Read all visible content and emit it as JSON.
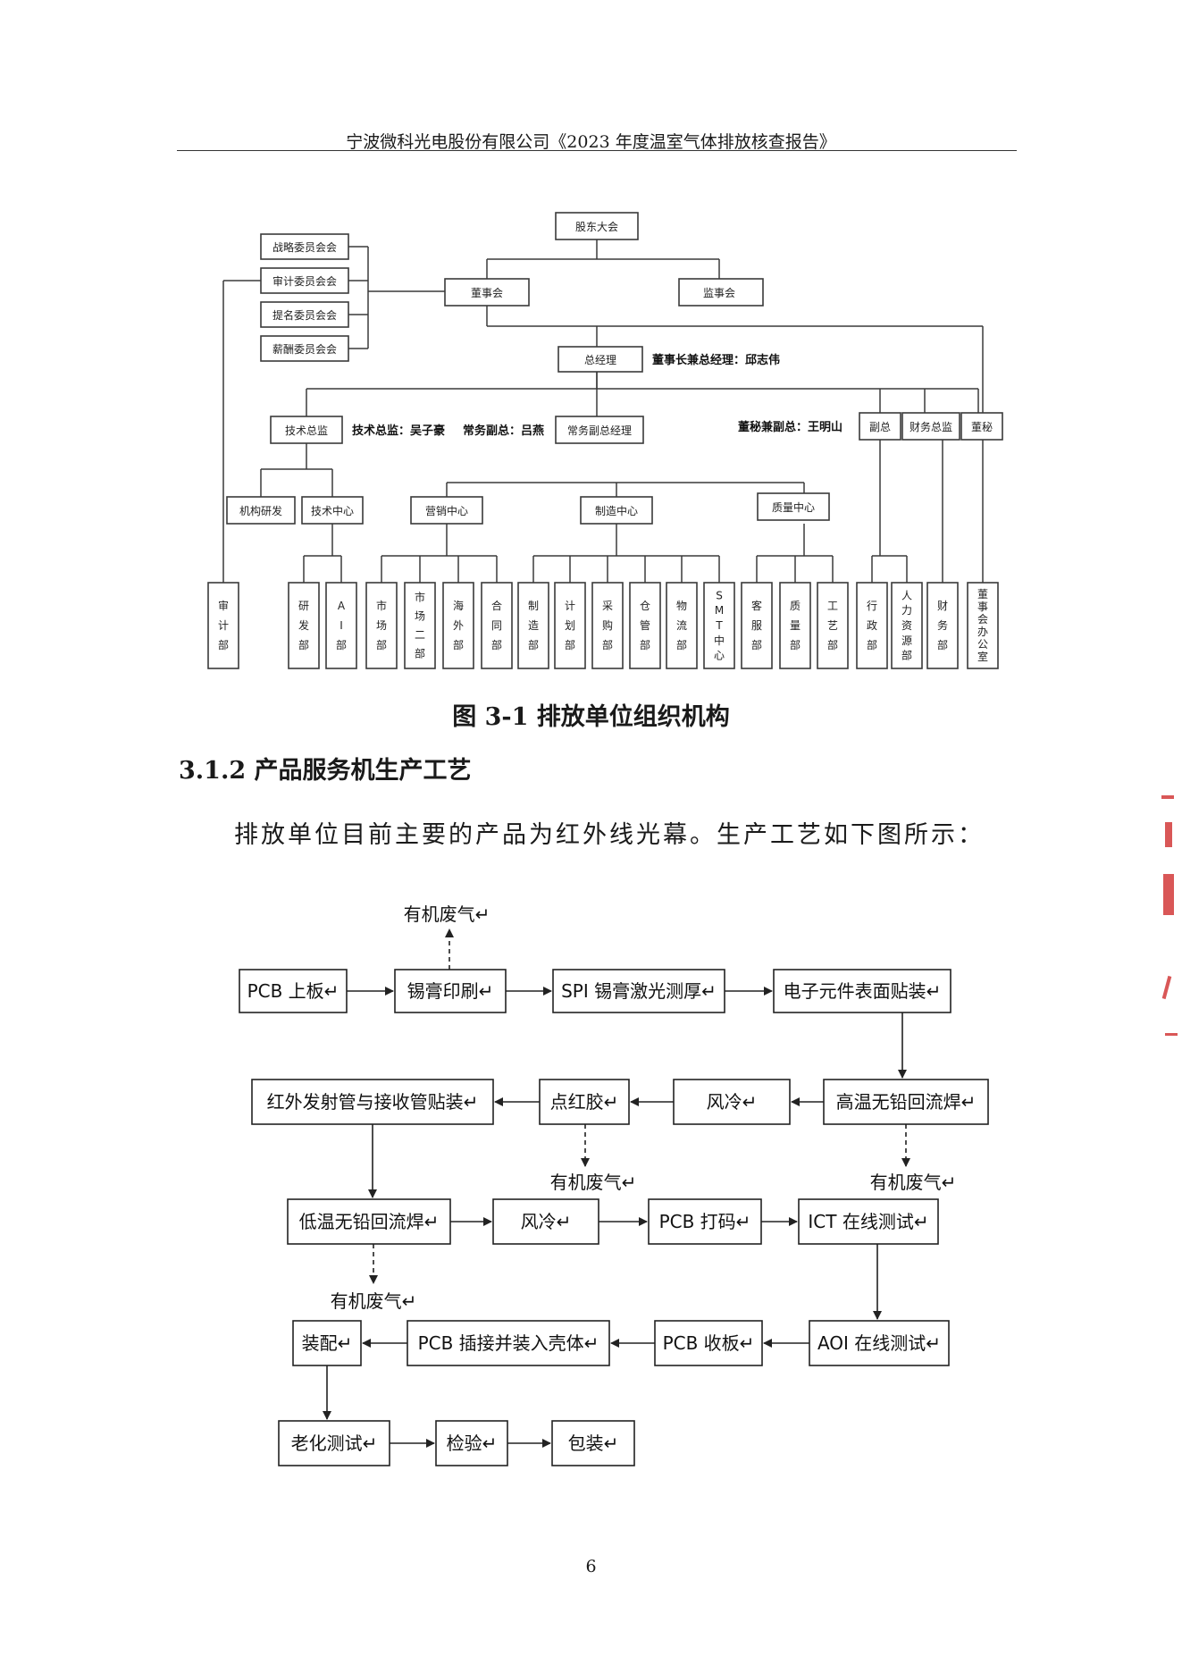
{
  "header": {
    "text": "宁波微科光电股份有限公司《2023 年度温室气体排放核查报告》"
  },
  "org_chart": {
    "top": "股东大会",
    "board": "董事会",
    "supervisors": "监事会",
    "committees": [
      "战略委员会会",
      "审计委员会会",
      "提名委员会会",
      "薪酬委员会会"
    ],
    "gm": "总经理",
    "gm_note": "董事长兼总经理：邱志伟",
    "cto": "技术总监",
    "cto_note": "技术总监：吴子豪",
    "evp_note": "常务副总：吕燕",
    "evp": "常务副总经理",
    "vp_note": "董秘兼副总：王明山",
    "vp": "副总",
    "cfo": "财务总监",
    "secretary": "董秘",
    "centers": [
      "机构研发",
      "技术中心",
      "营销中心",
      "制造中心",
      "质量中心"
    ],
    "depts": [
      "审计部",
      "研发部",
      "AI部",
      "市场部",
      "市场二部",
      "海外部",
      "合同部",
      "制造部",
      "计划部",
      "采购部",
      "仓管部",
      "物流部",
      "SMT中心",
      "客服部",
      "质量部",
      "工艺部",
      "行政部",
      "人力资源部",
      "财务部",
      "董事会办公室"
    ]
  },
  "figure_caption": "图 3-1 排放单位组织机构",
  "section_heading": "3.1.2 产品服务机生产工艺",
  "body_paragraph": "排放单位目前主要的产品为红外线光幕。生产工艺如下图所示：",
  "process_flow": {
    "steps": [
      "PCB 上板↵",
      "锡膏印刷↵",
      "SPI 锡膏激光测厚↵",
      "电子元件表面贴装↵",
      "高温无铅回流焊↵",
      "风冷↵",
      "点红胶↵",
      "红外发射管与接收管贴装↵",
      "低温无铅回流焊↵",
      "风冷↵",
      "PCB 打码↵",
      "ICT 在线测试↵",
      "AOI 在线测试↵",
      "PCB 收板↵",
      "PCB 插接并装入壳体↵",
      "装配↵",
      "老化测试↵",
      "检验↵",
      "包装↵"
    ],
    "emission_label": "有机废气↵"
  },
  "page_number": "6"
}
